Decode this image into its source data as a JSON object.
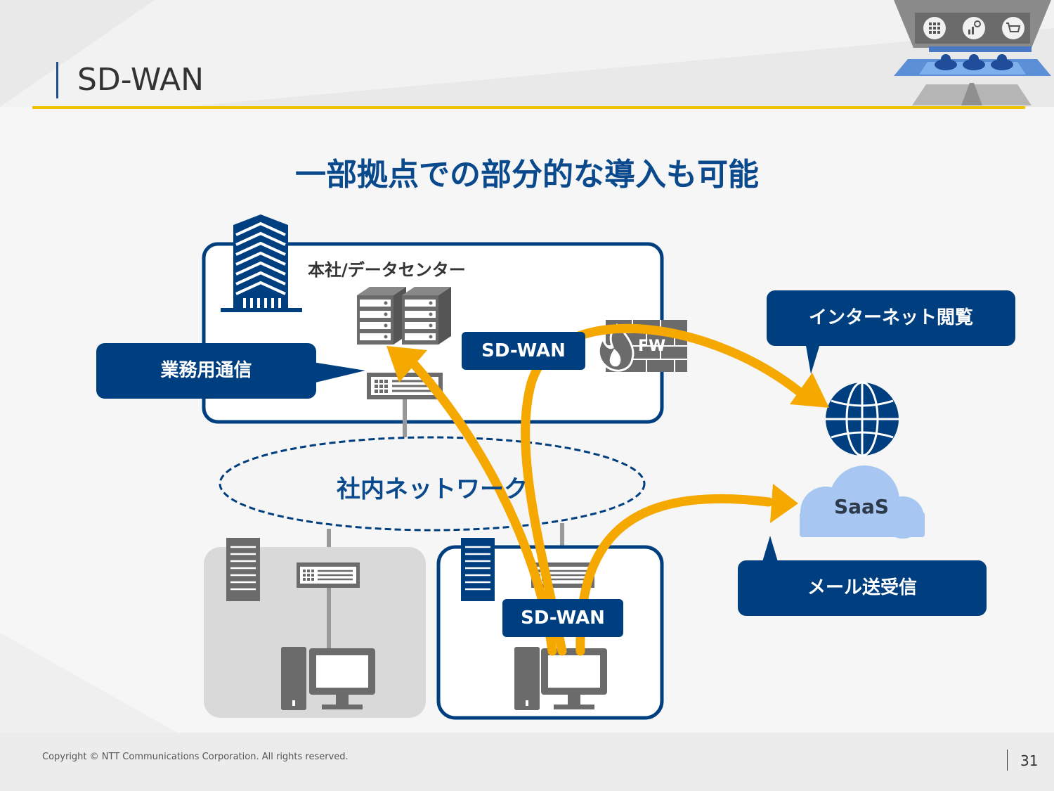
{
  "header": {
    "title": "SD-WAN",
    "headline": "一部拠点での部分的な導入も可能"
  },
  "diagram": {
    "hq_label": "本社/データセンター",
    "sd_wan_hq": "SD-WAN",
    "sd_wan_branch": "SD-WAN",
    "fw_label": "FW",
    "network_label": "社内ネットワーク",
    "saas_label": "SaaS",
    "callouts": {
      "business": "業務用通信",
      "internet": "インターネット閲覧",
      "mail": "メール送受信"
    }
  },
  "colors": {
    "navy": "#003f7f",
    "gold": "#f5a800",
    "gray": "#666666",
    "cloud": "#a7c7f2"
  },
  "footer": {
    "copyright": "Copyright © NTT Communications Corporation. All rights reserved.",
    "page_number": "31"
  }
}
